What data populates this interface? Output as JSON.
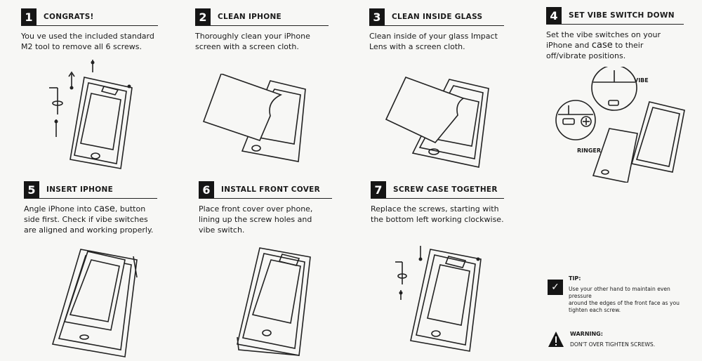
{
  "steps": [
    {
      "num": "1",
      "title": "CONGRATS!",
      "lines": [
        "You ve used the included standard",
        "M2 tool to remove all 6 screws."
      ]
    },
    {
      "num": "2",
      "title": "CLEAN IPHONE",
      "lines": [
        "Thoroughly clean your iPhone",
        "screen with a screen cloth."
      ]
    },
    {
      "num": "3",
      "title": "CLEAN INSIDE GLASS",
      "lines": [
        "Clean inside of your glass Impact",
        "Lens with a screen cloth."
      ]
    },
    {
      "num": "4",
      "title": "SET VIBE SWITCH DOWN",
      "lines": [
        "Set the vibe switches on your"
      ],
      "line2a": "iPhone and ",
      "line2b": "case",
      "line2c": " to their",
      "lines_end": [
        "off/vibrate positions."
      ]
    },
    {
      "num": "5",
      "title": "INSERT IPHONE",
      "line1a": "Angle iPhone into ",
      "line1b": "case",
      "line1c": ", button",
      "lines": [
        "side first. Check if vibe switches",
        "are aligned and working properly."
      ]
    },
    {
      "num": "6",
      "title": "INSTALL FRONT COVER",
      "lines": [
        "Place front cover over phone,",
        "lining up the screw holes and",
        "vibe switch."
      ]
    },
    {
      "num": "7",
      "title": "SCREW CASE TOGETHER",
      "lines": [
        "Replace the screws, starting with",
        "the bottom left working clockwise."
      ]
    }
  ],
  "labels": {
    "vibe": "VIBE",
    "ringer": "RINGER"
  },
  "tip": {
    "heading": "TIP:",
    "lines": [
      "Use your other hand to maintain even pressure",
      "around the edges of the front face as you",
      "tighten each screw."
    ]
  },
  "warning": {
    "heading": "WARNING:",
    "text": "DON'T OVER TIGHTEN SCREWS."
  }
}
